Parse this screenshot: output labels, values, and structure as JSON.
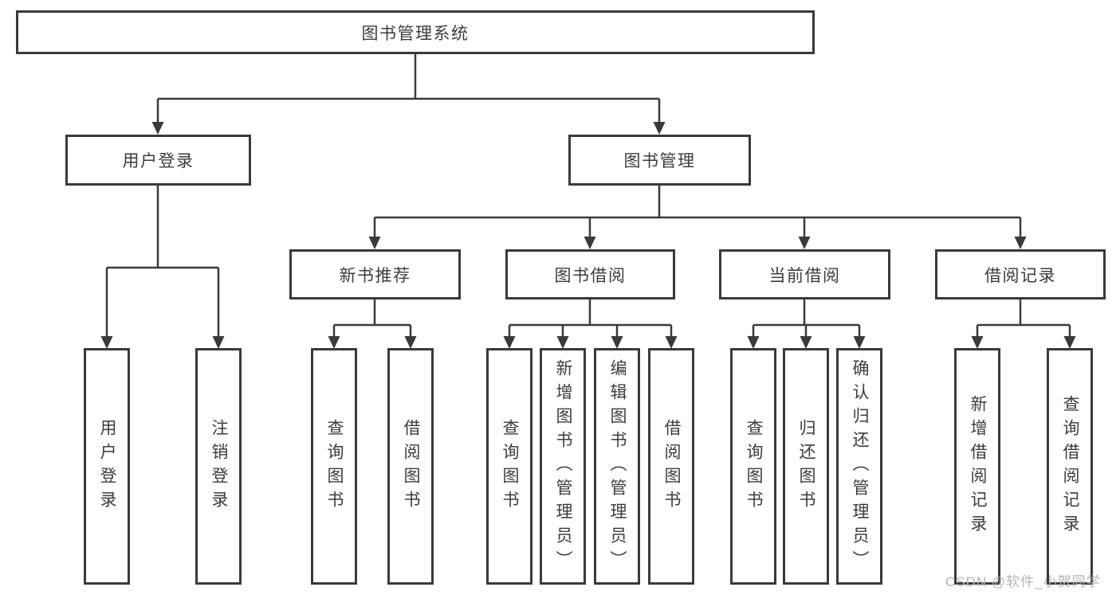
{
  "tree": {
    "root": "图书管理系统",
    "branches": {
      "user_login": {
        "label": "用户登录",
        "children": [
          "用户登录",
          "注销登录"
        ]
      },
      "book_management": {
        "label": "图书管理",
        "children": {
          "new_book_recommend": {
            "label": "新书推荐",
            "children": [
              "查询图书",
              "借阅图书"
            ]
          },
          "book_borrow": {
            "label": "图书借阅",
            "children": [
              "查询图书",
              "新增图书（管理员）",
              "编辑图书（管理员）",
              "借阅图书"
            ]
          },
          "current_borrow": {
            "label": "当前借阅",
            "children": [
              "查询图书",
              "归还图书",
              "确认归还（管理员）"
            ]
          },
          "borrow_records": {
            "label": "借阅记录",
            "children": [
              "新增借阅记录",
              "查询借阅记录"
            ]
          }
        }
      }
    }
  },
  "watermark": "CSDN @软件_小贺同学",
  "colors": {
    "line": "#3a3a3a",
    "text": "#3c3c3c",
    "watermark": "#b3b3b3",
    "background": "#ffffff"
  }
}
